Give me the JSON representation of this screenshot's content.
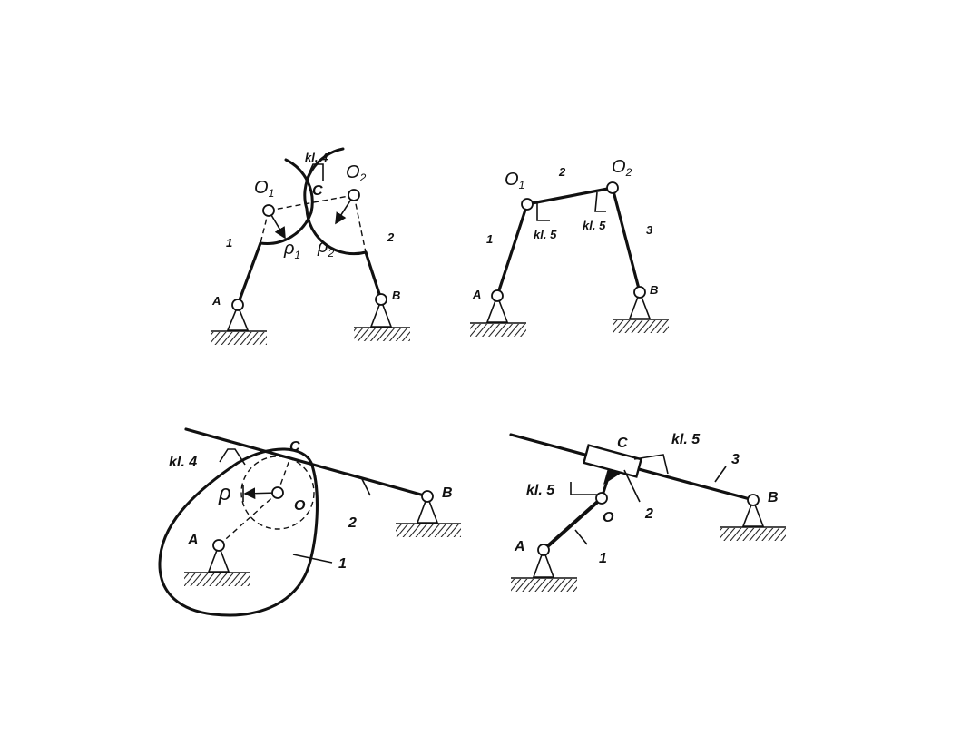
{
  "fig_top_left": {
    "pair": "kl. 4",
    "centers": [
      "O",
      "O"
    ],
    "center_subs": [
      "1",
      "2"
    ],
    "contact": "C",
    "radii": [
      "ρ",
      "ρ"
    ],
    "radii_subs": [
      "1",
      "2"
    ],
    "links": [
      "1",
      "2"
    ],
    "supports": [
      "A",
      "B"
    ]
  },
  "fig_top_right": {
    "centers": [
      "O",
      "O"
    ],
    "center_subs": [
      "1",
      "2"
    ],
    "links": [
      "1",
      "2",
      "3"
    ],
    "pairs": [
      "kl. 5",
      "kl. 5"
    ],
    "supports": [
      "A",
      "B"
    ]
  },
  "fig_bottom_left": {
    "pair": "kl. 4",
    "contact": "C",
    "radius": "ρ",
    "center": "O",
    "links": [
      "1",
      "2"
    ],
    "supports": [
      "A",
      "B"
    ]
  },
  "fig_bottom_right": {
    "pairs": [
      "kl. 5",
      "kl. 5"
    ],
    "slider": "C",
    "pivot": "O",
    "links": [
      "1",
      "2",
      "3"
    ],
    "supports": [
      "A",
      "B"
    ]
  }
}
